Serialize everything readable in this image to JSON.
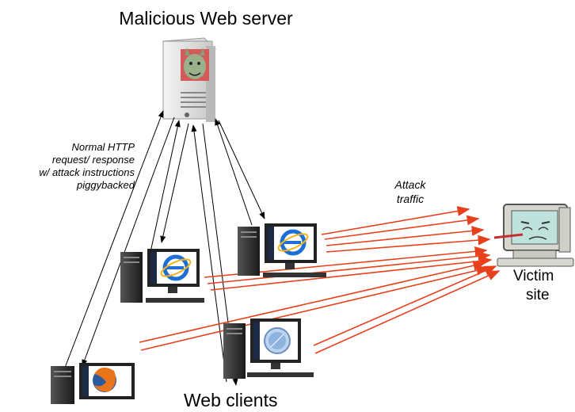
{
  "title": "Malicious Web server",
  "clients_label": "Web clients",
  "victim": {
    "line1": "Victim",
    "line2": "site"
  },
  "note": {
    "line1": "Normal HTTP",
    "line2": "request/ response",
    "line3": "w/ attack instructions",
    "line4": "piggybacked"
  },
  "attack": {
    "line1": "Attack",
    "line2": "traffic"
  },
  "colors": {
    "attack_arrow": "#e8401c",
    "http_arrow": "#000000",
    "server_face": "#d45a5a"
  },
  "icons": [
    "server-tower-icon",
    "devil-face-icon",
    "pc-tower-icon",
    "ie-logo-icon",
    "firefox-logo-icon",
    "safari-logo-icon",
    "sick-computer-icon"
  ]
}
